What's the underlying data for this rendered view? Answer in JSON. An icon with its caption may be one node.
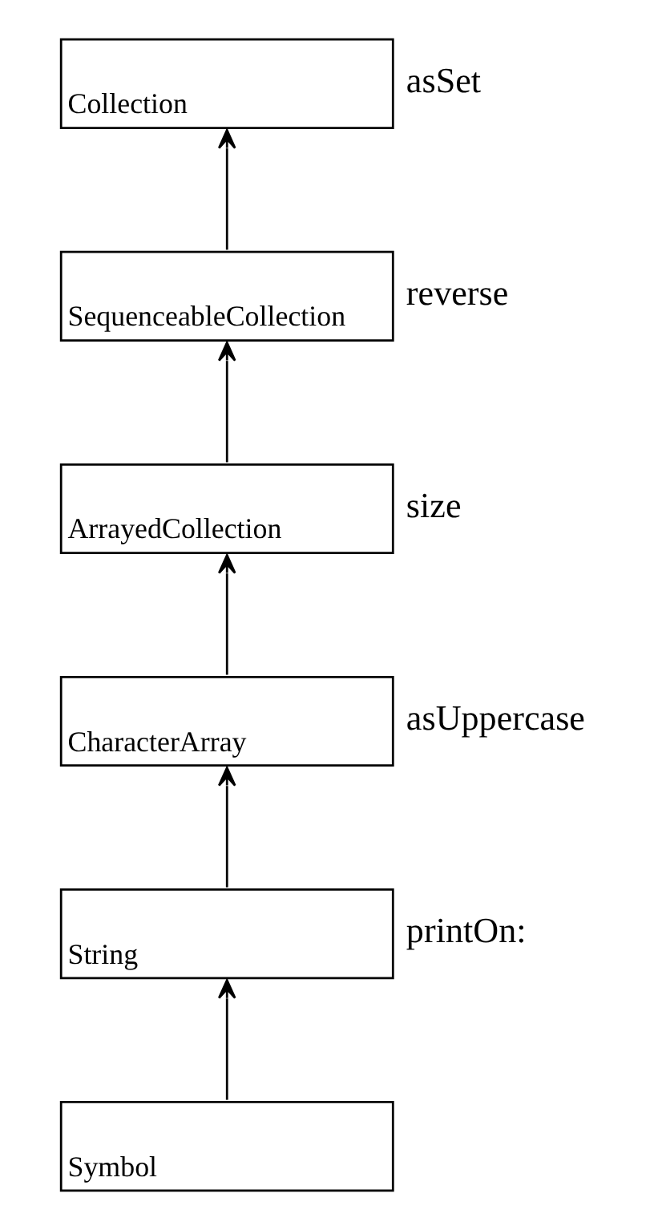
{
  "diagram": {
    "nodes": [
      {
        "text": [
          "Collection"
        ],
        "beside": [
          "asSet"
        ]
      },
      {
        "text": [
          "SequenceableCollection"
        ],
        "beside": [
          "reverse"
        ]
      },
      {
        "text": [
          "ArrayedCollection"
        ],
        "beside": [
          "size"
        ]
      },
      {
        "text": [
          "CharacterArray"
        ],
        "beside": [
          "asUppercase"
        ]
      },
      {
        "text": [
          "String"
        ],
        "beside": [
          "printOn:"
        ]
      },
      {
        "text": [
          "Symbol"
        ]
      }
    ],
    "edges": [
      {
        "from": 1,
        "to": 0,
        "arrow": "to"
      },
      {
        "from": 2,
        "to": 1,
        "arrow": "to"
      },
      {
        "from": 3,
        "to": 2,
        "arrow": "to"
      },
      {
        "from": 4,
        "to": 3,
        "arrow": "to"
      },
      {
        "from": 5,
        "to": 4,
        "arrow": "to"
      }
    ]
  }
}
